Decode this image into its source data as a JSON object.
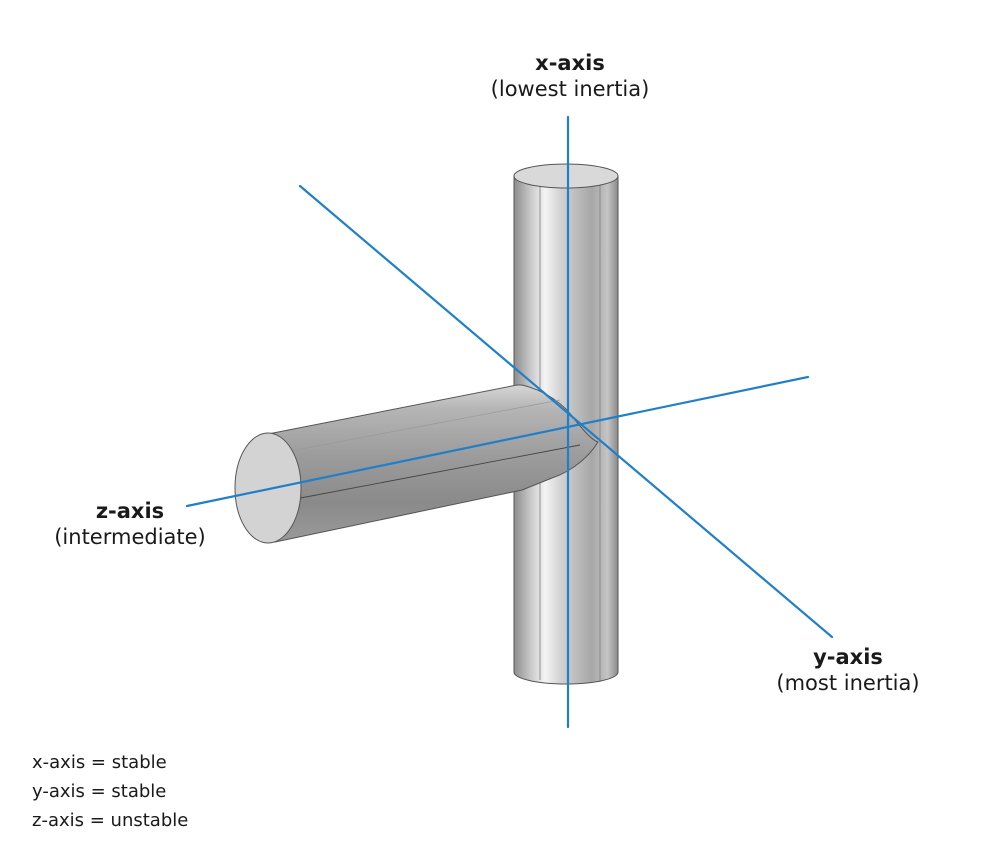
{
  "colors": {
    "axis": "#1f7fc8",
    "cylinder_fill": "#c9c9c9",
    "cylinder_edge": "#4a4a4a"
  },
  "axes": {
    "x": {
      "name": "x-axis",
      "description": "(lowest inertia)"
    },
    "y": {
      "name": "y-axis",
      "description": "(most inertia)"
    },
    "z": {
      "name": "z-axis",
      "description": "(intermediate)"
    }
  },
  "legend": {
    "items": [
      "x-axis = stable",
      "y-axis = stable",
      "z-axis = unstable"
    ]
  }
}
